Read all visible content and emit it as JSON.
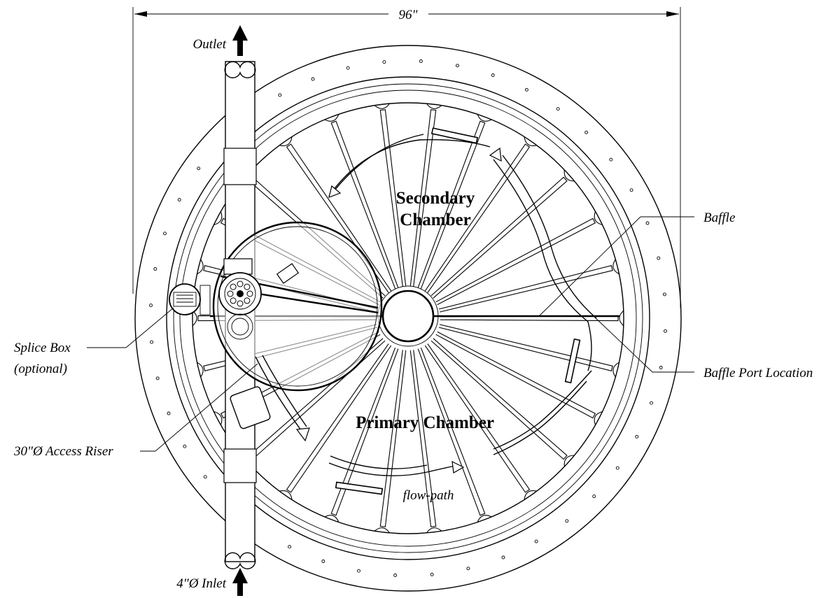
{
  "labels": {
    "dimension": "96\"",
    "outlet": "Outlet",
    "inlet": "4\"Ø Inlet",
    "secondary_line1": "Secondary",
    "secondary_line2": "Chamber",
    "primary": "Primary Chamber",
    "baffle": "Baffle",
    "baffle_port": "Baffle Port Location",
    "splice_line1": "Splice Box",
    "splice_line2": "(optional)",
    "riser": "30\"Ø Access Riser",
    "flow_path": "flow-path"
  },
  "icons": {
    "outlet_arrow": "arrow-up-icon",
    "inlet_arrow": "arrow-up-icon"
  },
  "colors": {
    "line": "#000000",
    "background": "#ffffff"
  }
}
